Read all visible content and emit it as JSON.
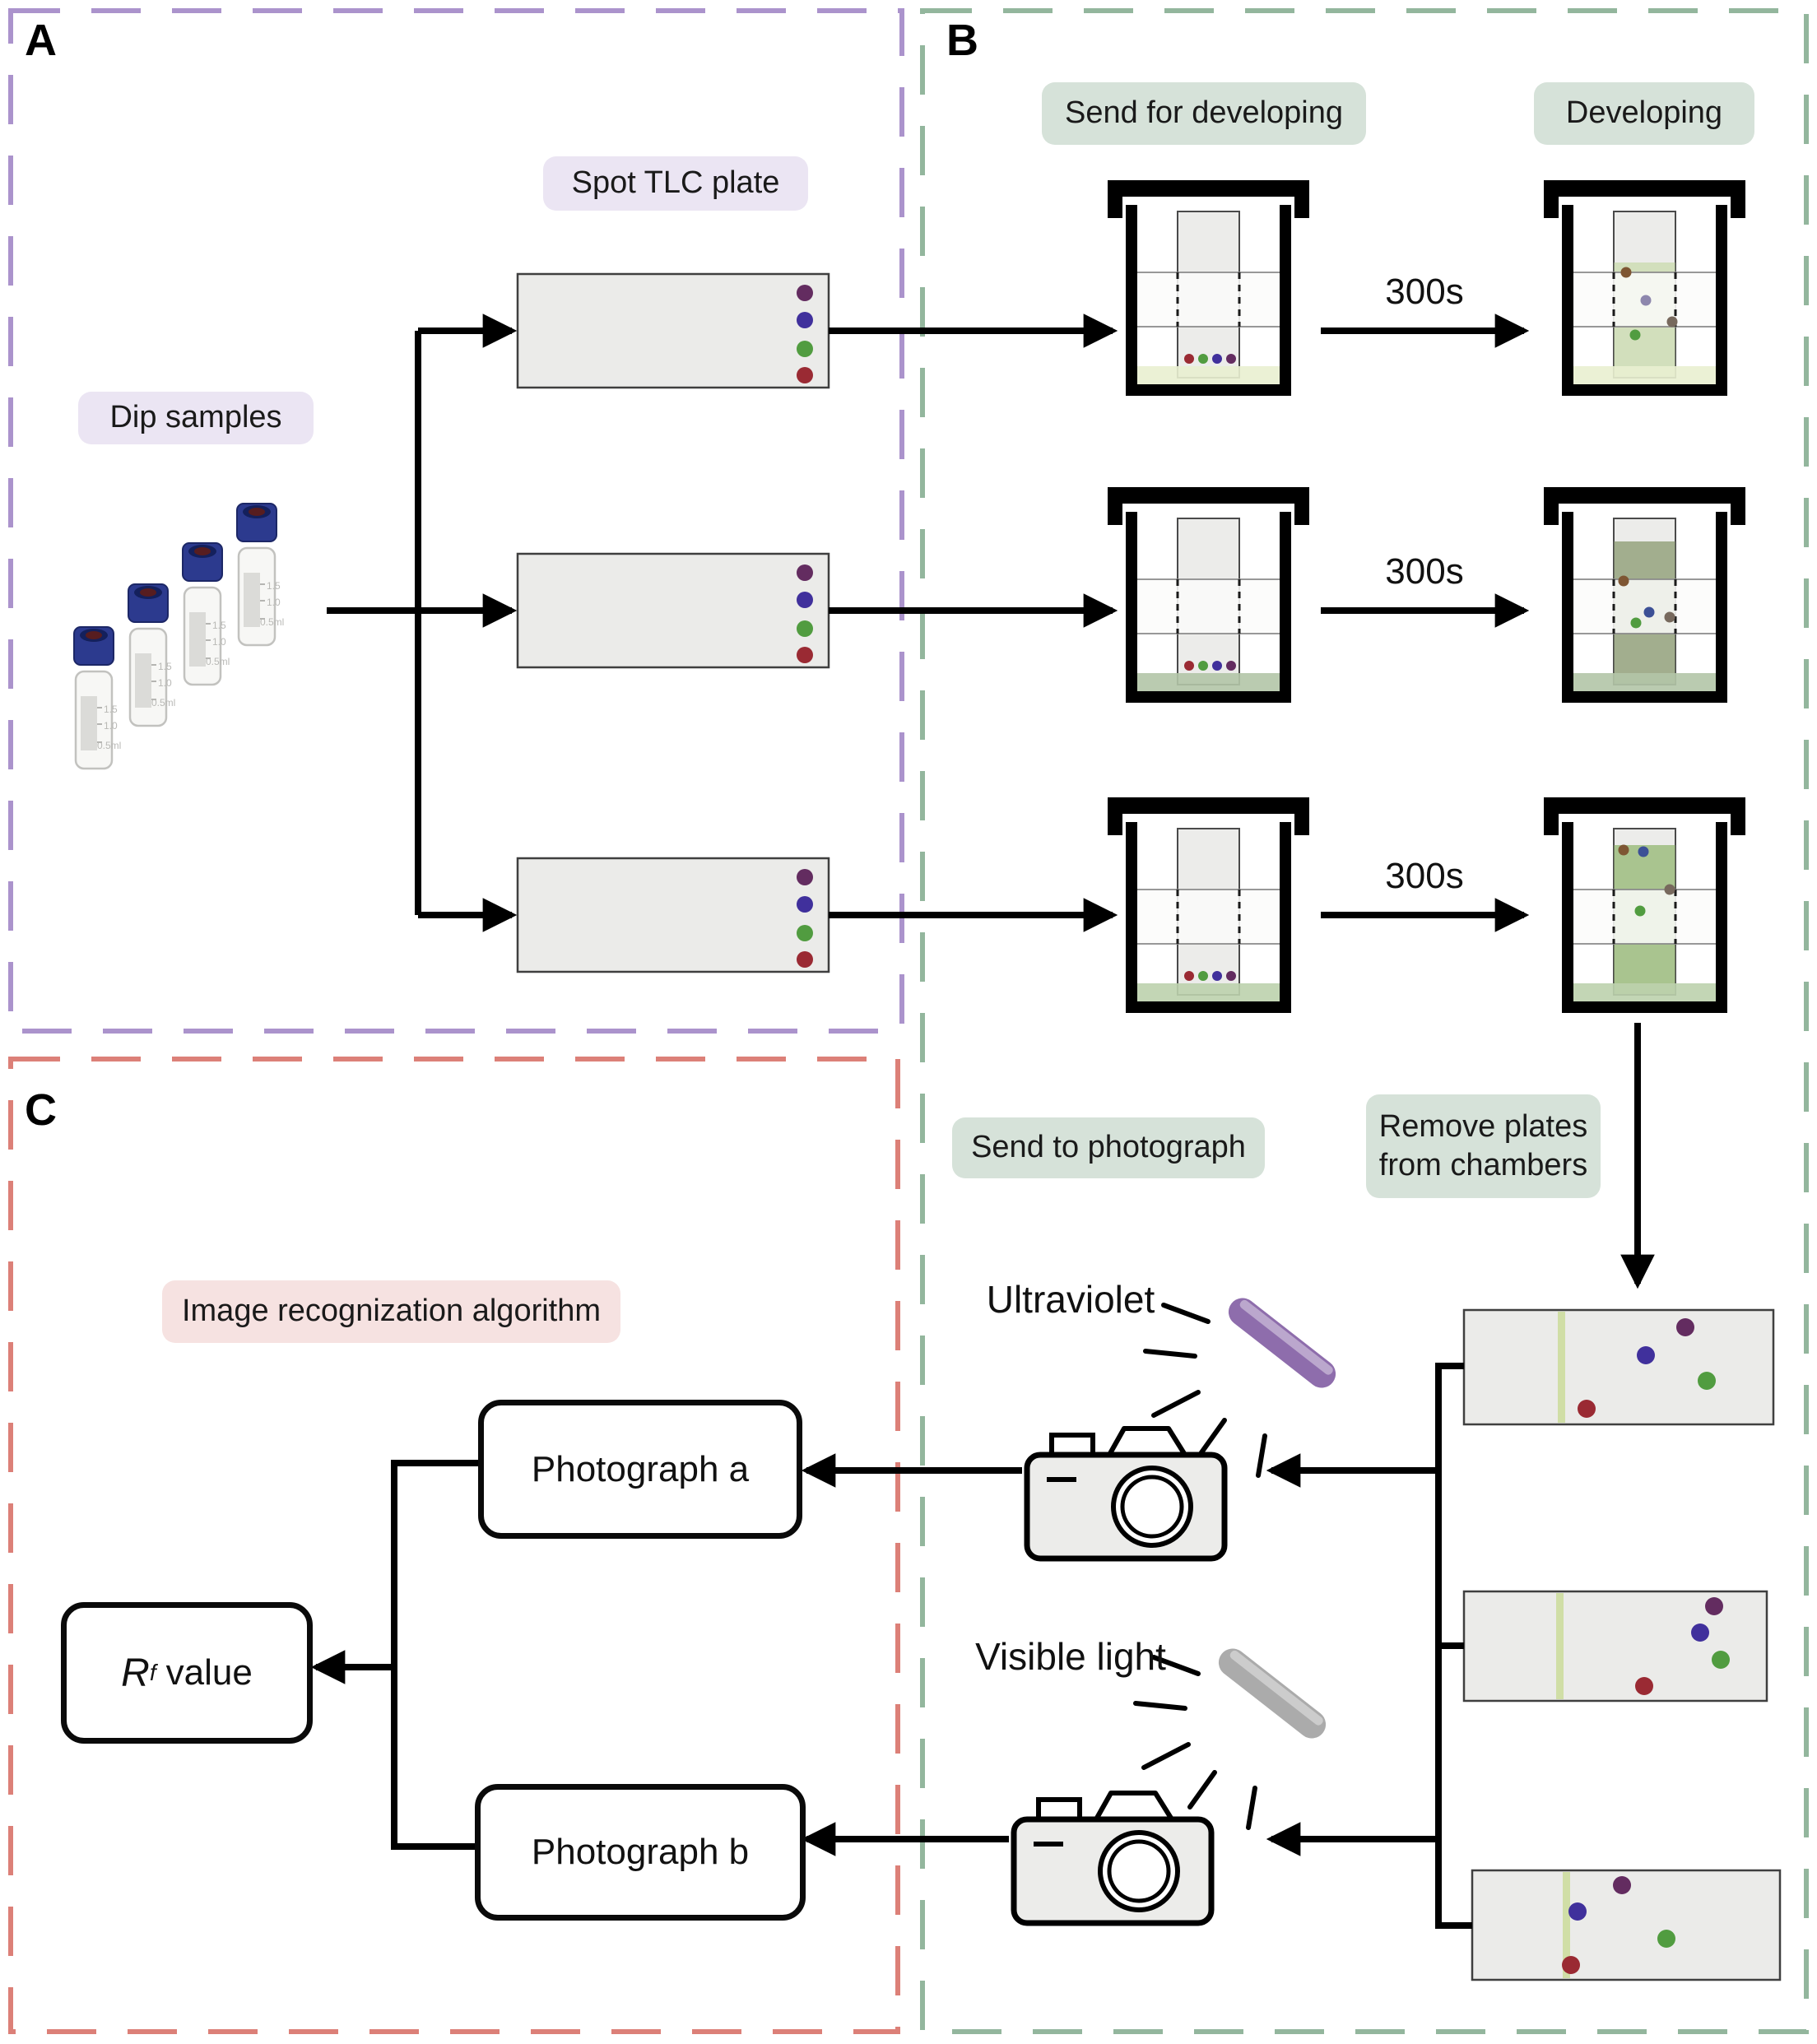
{
  "panels": {
    "a": {
      "letter": "A",
      "dip_samples_label": "Dip samples",
      "spot_tlc_plate_label": "Spot TLC plate"
    },
    "b": {
      "letter": "B",
      "send_for_developing_label": "Send for developing",
      "developing_label": "Developing",
      "development_times": [
        "300s",
        "300s",
        "300s"
      ],
      "remove_plates_label_line1": "Remove plates",
      "remove_plates_label_line2": "from chambers",
      "send_to_photograph_label": "Send to photograph",
      "ultraviolet_label": "Ultraviolet",
      "visible_light_label": "Visible light"
    },
    "c": {
      "letter": "C",
      "image_recognition_label": "Image recognization algorithm",
      "photograph_a_label": "Photograph a",
      "photograph_b_label": "Photograph b",
      "rf_value": {
        "symbol": "R",
        "subscript": "f",
        "text": "value"
      }
    }
  },
  "vials": {
    "count": 4,
    "markings": [
      "1.5",
      "1.0",
      "0.5ml"
    ]
  },
  "icons": [
    "camera-icon",
    "uv-lamp-icon",
    "visible-lamp-icon",
    "vial-icon",
    "development-chamber-icon",
    "tlc-plate-icon",
    "arrow-icon"
  ],
  "colors": {
    "panel_a_border": "#ab93cc",
    "panel_b_border": "#93b69d",
    "panel_c_border": "#dc8078",
    "label_a_bg": "#ebe5f3",
    "label_b_bg": "#d6e2d9",
    "label_c_bg": "#f6e2e1",
    "spot_purple": "#632c60",
    "spot_indigo": "#40309c",
    "spot_green": "#519c40",
    "spot_red": "#9a2a33",
    "spot_brown": "#7e5633",
    "spot_slate": "#8d87ad",
    "spot_blue": "#3c5096",
    "spot_graybrown": "#77695d",
    "solvent_1": "#e9efd0",
    "solvent_2": "#b2c5a7",
    "solvent_3": "#bdd2ad",
    "wash_1": "#ccdcb0",
    "wash_2": "#95a37e",
    "wash_3": "#9dbd7f",
    "origin_line": "#cddd9f",
    "uv_lamp": "#8e6dac",
    "visible_lamp": "#ababab",
    "plate_fill": "#ececea"
  }
}
